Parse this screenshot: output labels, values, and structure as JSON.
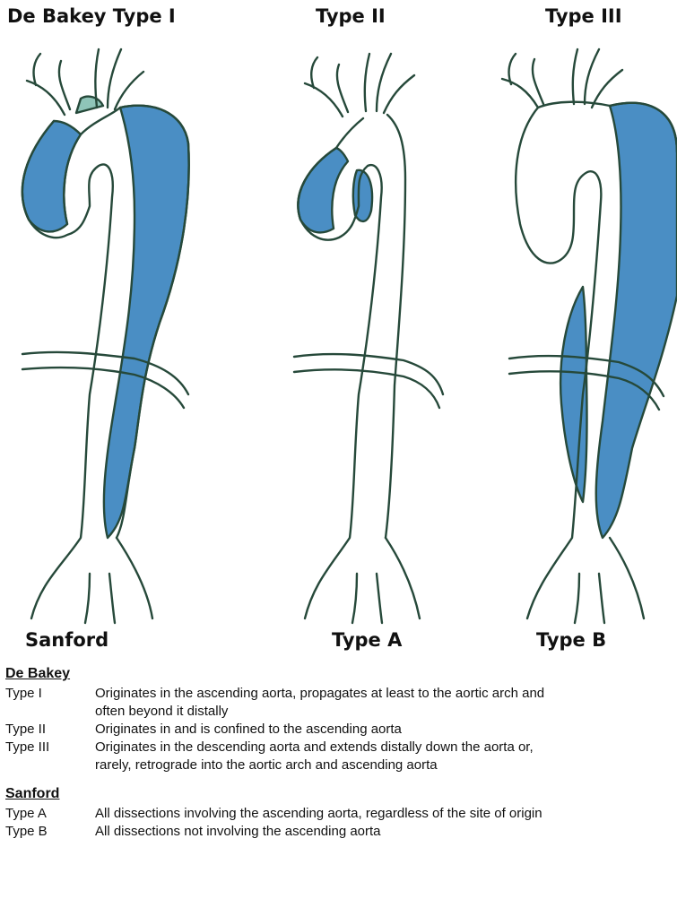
{
  "diagram": {
    "top_labels": {
      "type_1": "De Bakey Type I",
      "type_2": "Type II",
      "type_3": "Type III"
    },
    "bottom_labels": {
      "sanford": "Sanford",
      "type_a": "Type A",
      "type_b": "Type B"
    },
    "colors": {
      "dissection_fill": "#4a8ec4",
      "aorta_outline": "#26493a",
      "background": "#ffffff"
    }
  },
  "debakey": {
    "heading": "De Bakey",
    "rows": [
      {
        "code": "Type  I",
        "line1": "Originates in the ascending aorta, propagates at least to the aortic arch and",
        "line2": "often beyond it distally"
      },
      {
        "code": "Type II",
        "line1": "Originates in and is confined to the ascending aorta",
        "line2": ""
      },
      {
        "code": "Type III",
        "line1": "Originates in the descending aorta and extends distally down the aorta or,",
        "line2": "rarely, retrograde into the aortic arch and ascending aorta"
      }
    ]
  },
  "sanford": {
    "heading": "Sanford",
    "rows": [
      {
        "code": "Type A",
        "line1": "All dissections involving the ascending aorta, regardless of the site of origin",
        "line2": ""
      },
      {
        "code": "Type B",
        "line1": "All dissections not involving the ascending aorta",
        "line2": ""
      }
    ]
  }
}
